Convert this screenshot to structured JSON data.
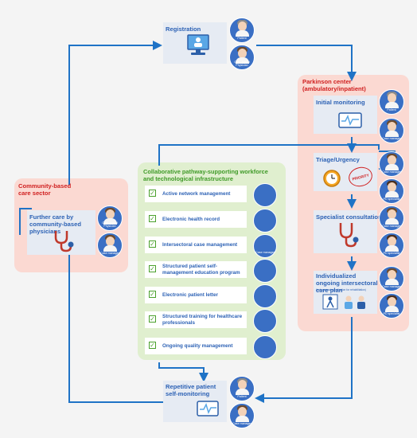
{
  "registration": {
    "title": "Registration",
    "actors": [
      "Patient",
      "Com.-based Physician"
    ]
  },
  "parkinson_center": {
    "title": "Parkinson center (ambulatory/inpatient)",
    "initial_monitoring": {
      "title": "Initial monitoring",
      "actors": [
        "Patient",
        "Case manager"
      ]
    },
    "triage": {
      "title": "Triage/Urgency",
      "priority_stamp": "PRIORITY",
      "actors": [
        "Case manager",
        "PD specialist"
      ]
    },
    "specialist": {
      "title": "Specialist consultation",
      "actors": [
        "Case manager",
        "PD specialist"
      ]
    },
    "care_plan": {
      "title": "Individualized ongoing intersectoral care plan",
      "subtitle": "(incl. assessing indication for rehabilitation)",
      "actors": [
        "Case manager",
        "PD specialist"
      ]
    }
  },
  "community": {
    "title": "Community-based care sector",
    "box_title": "Further care by community-based physicians",
    "actors": [
      "Com.-based Physician",
      "Case manager"
    ]
  },
  "collaborative": {
    "title": "Collaborative pathway-supporting workforce and technological infrastructure",
    "items": [
      {
        "label": "Active network management",
        "icon_label": ""
      },
      {
        "label": "Electronic health record",
        "icon_label": ""
      },
      {
        "label": "Intersectoral case management",
        "icon_label": "Case manager"
      },
      {
        "label": "Structured patient self-management education program",
        "icon_label": ""
      },
      {
        "label": "Electronic patient letter",
        "icon_label": ""
      },
      {
        "label": "Structured training for healthcare professionals",
        "icon_label": ""
      },
      {
        "label": "Ongoing quality management",
        "icon_label": ""
      }
    ]
  },
  "repetitive": {
    "title": "Repetitive patient self-monitoring",
    "actors": [
      "Patient",
      "Case manager"
    ]
  },
  "colors": {
    "arrow": "#1f73c6",
    "pink_panel": "#fbd9d2",
    "green_panel": "#e0efcf",
    "actor_circle": "#3a6fc4",
    "title_blue": "#2d62b5",
    "title_red": "#d02020",
    "title_green": "#3f9a28"
  }
}
